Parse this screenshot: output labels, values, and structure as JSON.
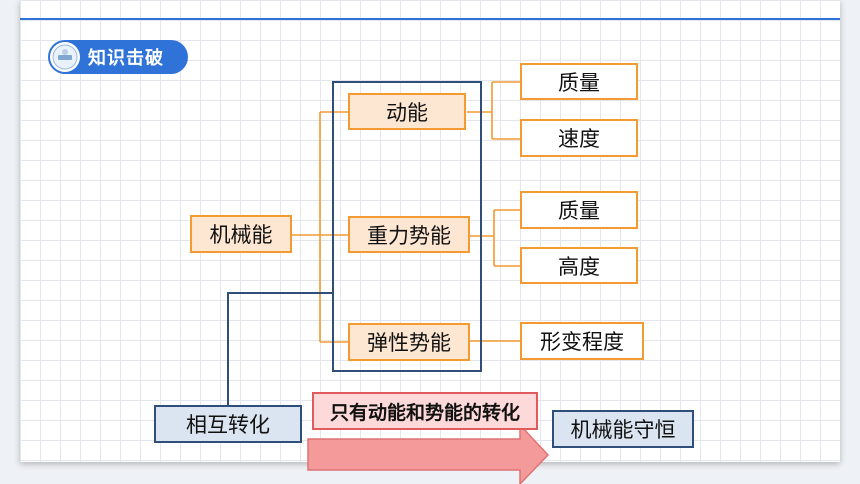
{
  "header": {
    "title": "知识击破"
  },
  "diagram": {
    "root": "机械能",
    "kinetic": "动能",
    "gravity": "重力势能",
    "elastic": "弹性势能",
    "kinetic_factors": [
      "质量",
      "速度"
    ],
    "gravity_factors": [
      "质量",
      "高度"
    ],
    "elastic_factor": "形变程度",
    "conversion": "相互转化",
    "condition": "只有动能和势能的转化",
    "conservation": "机械能守恒"
  }
}
